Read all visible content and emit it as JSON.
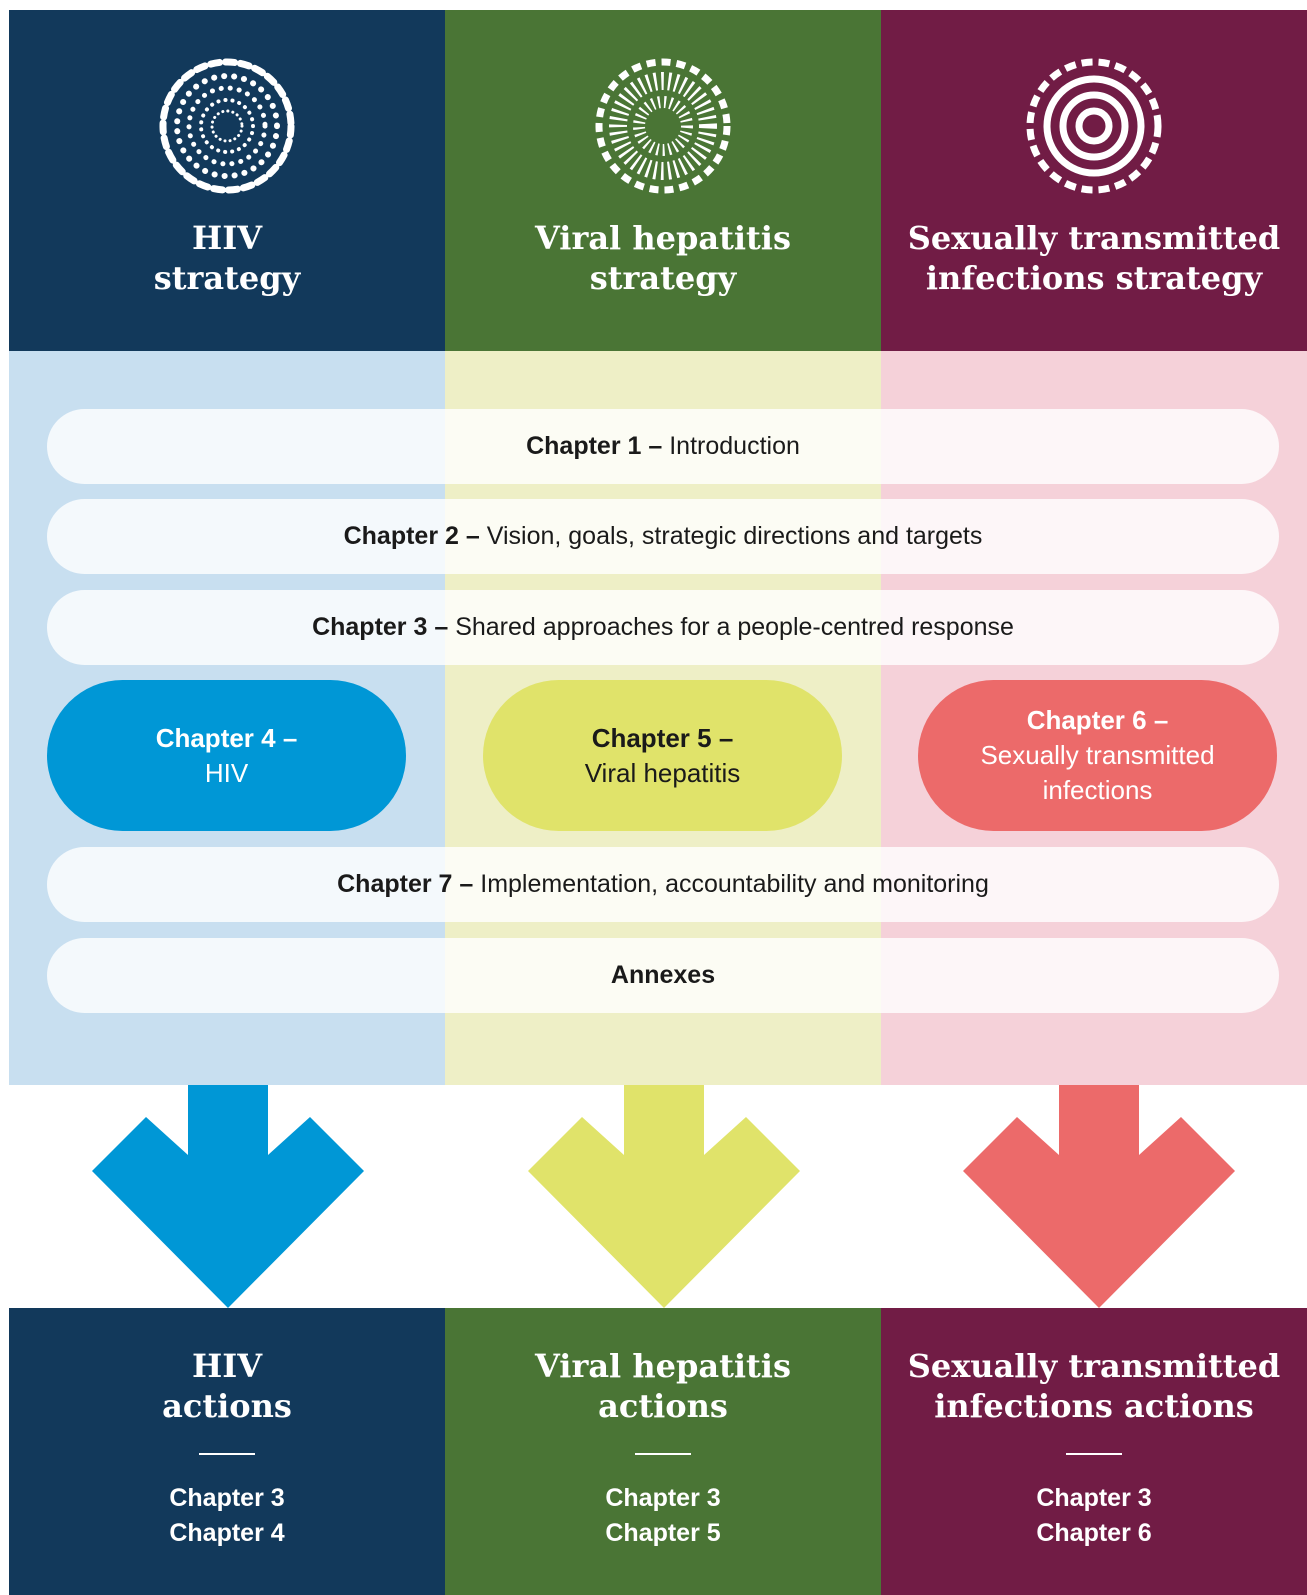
{
  "header": [
    {
      "line1": "HIV",
      "line2": "strategy",
      "icon": "dotted-rings-icon"
    },
    {
      "line1": "Viral hepatitis",
      "line2": "strategy",
      "icon": "dashed-sunburst-icon"
    },
    {
      "line1": "Sexually transmitted",
      "line2": "infections strategy",
      "icon": "concentric-rings-icon"
    }
  ],
  "chapters": {
    "ch1": {
      "label": "Chapter 1 –",
      "text": "Introduction"
    },
    "ch2": {
      "label": "Chapter 2 –",
      "text": "Vision, goals, strategic directions and targets"
    },
    "ch3": {
      "label": "Chapter 3 –",
      "text": "Shared approaches for a people-centred response"
    },
    "ch4": {
      "label": "Chapter 4 –",
      "text": "HIV"
    },
    "ch5": {
      "label": "Chapter 5 –",
      "text": "Viral hepatitis"
    },
    "ch6": {
      "label": "Chapter 6 –",
      "line1": "Sexually transmitted",
      "line2": "infections"
    },
    "ch7": {
      "label": "Chapter 7 –",
      "text": "Implementation, accountability and monitoring"
    },
    "annexes": {
      "label": "Annexes"
    }
  },
  "footer": [
    {
      "line1": "HIV",
      "line2": "actions",
      "chapters": [
        "Chapter 3",
        "Chapter 4"
      ]
    },
    {
      "line1": "Viral hepatitis",
      "line2": "actions",
      "chapters": [
        "Chapter 3",
        "Chapter 5"
      ]
    },
    {
      "line1": "Sexually transmitted",
      "line2": "infections actions",
      "chapters": [
        "Chapter 3",
        "Chapter 6"
      ]
    }
  ],
  "colors": {
    "navy": "#12395b",
    "green": "#4a7535",
    "maroon": "#711c45",
    "hiv": "#0097d6",
    "hepatitis": "#e0e36a",
    "sti": "#ec6a6a"
  }
}
